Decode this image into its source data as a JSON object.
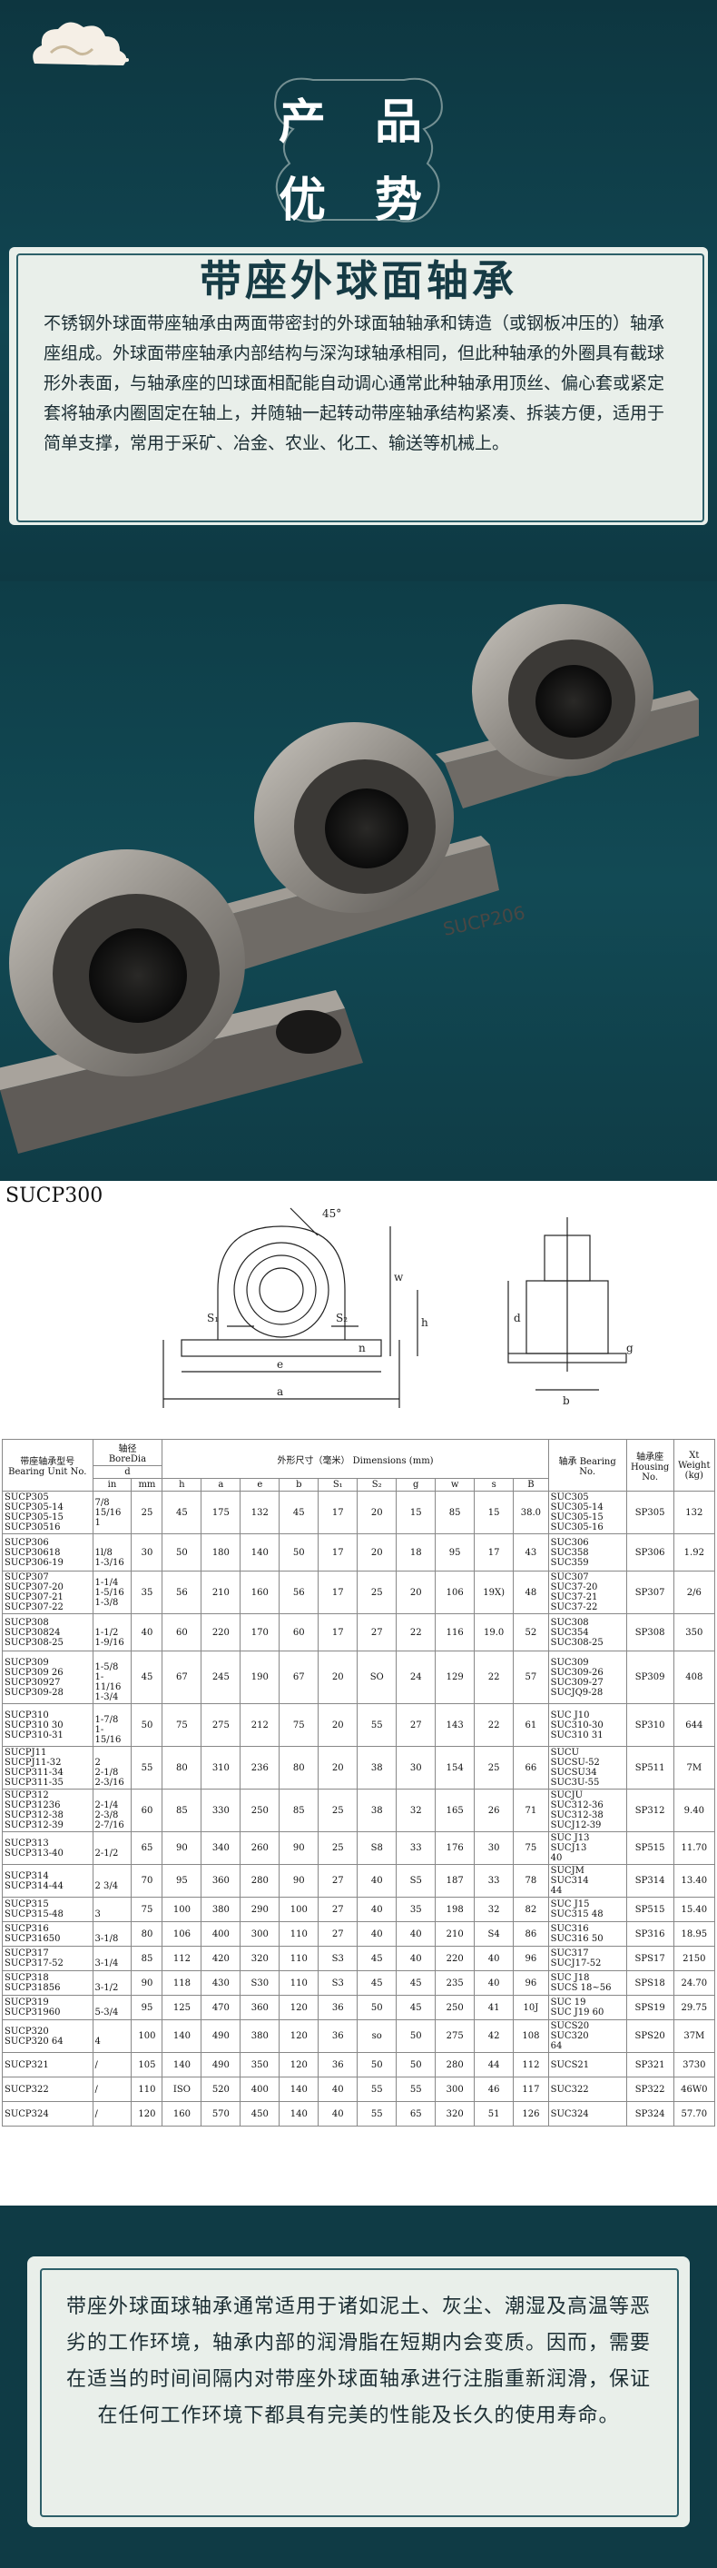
{
  "hero": {
    "title_line1": "产 品",
    "title_line2": "优 势"
  },
  "intro": {
    "title": "带座外球面轴承",
    "text": "不锈钢外球面带座轴承由两面带密封的外球面轴轴承和铸造（或钢板冲压的）轴承座组成。外球面带座轴承内部结构与深沟球轴承相同，但此种轴承的外圈具有截球形外表面，与轴承座的凹球面相配能自动调心通常此种轴承用顶丝、偏心套或紧定套将轴承内圈固定在轴上，并随轴一起转动带座轴承结构紧凑、拆装方便，适用于简单支撑，常用于采矿、冶金、农业、化工、输送等机械上。"
  },
  "photo": {
    "stamp": "SUCP206"
  },
  "drawing": {
    "model": "SUCP300",
    "dims": [
      "45°",
      "S₁",
      "S₂",
      "e",
      "a",
      "h",
      "w",
      "n",
      "d",
      "g",
      "b"
    ]
  },
  "table": {
    "h_unit": "带座轴承型号",
    "h_unit_en": "Bearing Unit No.",
    "h_bore": "轴径",
    "h_bore_en": "BoreDia",
    "h_dims": "外形尺寸（毫米） Dimensions (mm)",
    "h_d": "d",
    "h_in": "in",
    "h_mm": "mm",
    "h_cols": [
      "h",
      "a",
      "e",
      "b",
      "S₁",
      "S₂",
      "g",
      "w",
      "s",
      "B"
    ],
    "h_bearing": "轴承 Bearing No.",
    "h_housing": "轴承座 Housing No.",
    "h_weight": "Xt Weight (kg)",
    "rows": [
      {
        "unit": "SUCP305\nSUCP305-14\nSUCP305-15\nSUCP30516",
        "inch": "7/8\n15/16\n1",
        "mm": "25",
        "h": "45",
        "a": "175",
        "e": "132",
        "b": "45",
        "s1": "17",
        "s2": "20",
        "g": "15",
        "w": "85",
        "s": "15",
        "B": "38.0",
        "bearing": "SUC305\nSUC305-14\nSUC305-15\nSUC305-16",
        "housing": "SP305",
        "weight": "132"
      },
      {
        "unit": "SUCP306\nSUCP30618\nSUCP306-19",
        "inch": "\n1l/8\n1-3/16",
        "mm": "30",
        "h": "50",
        "a": "180",
        "e": "140",
        "b": "50",
        "s1": "17",
        "s2": "20",
        "g": "18",
        "w": "95",
        "s": "17",
        "B": "43",
        "bearing": "SUC306 SUC358\nSUC359",
        "housing": "SP306",
        "weight": "1.92"
      },
      {
        "unit": "SUCP307\nSUCP307-20\nSUCP307-21\nSUCP307-22",
        "inch": "1-1/4\n1-5/16\n1-3/8",
        "mm": "35",
        "h": "56",
        "a": "210",
        "e": "160",
        "b": "56",
        "s1": "17",
        "s2": "25",
        "g": "20",
        "w": "106",
        "s": "19X)",
        "B": "48",
        "bearing": "SUC307\nSUC37-20\nSUC37-21\nSUC37-22",
        "housing": "SP307",
        "weight": "2/6"
      },
      {
        "unit": "SUCP308\nSUCP30824\nSUCP308-25",
        "inch": "\n1-1/2\n1-9/16",
        "mm": "40",
        "h": "60",
        "a": "220",
        "e": "170",
        "b": "60",
        "s1": "17",
        "s2": "27",
        "g": "22",
        "w": "116",
        "s": "19.0",
        "B": "52",
        "bearing": "SUC308\nSUC354\nSUC308-25",
        "housing": "SP308",
        "weight": "350"
      },
      {
        "unit": "SUCP309\nSUCP309 26\nSUCP30927\nSUCP309-28",
        "inch": "\n1-5/8\n1-11/16\n1-3/4",
        "mm": "45",
        "h": "67",
        "a": "245",
        "b": "67",
        "e": "190",
        "s1": "20",
        "s2": "SO",
        "g": "24",
        "w": "129",
        "s": "22",
        "B": "57",
        "bearing": "SUC309\nSUC309-26\nSUC309-27\nSUCJQ9-28",
        "housing": "SP309",
        "weight": "408"
      },
      {
        "unit": "SUCP310\nSUCP310 30\nSUCP310-31",
        "inch": "\n1-7/8\n1-15/16",
        "mm": "50",
        "h": "75",
        "a": "275",
        "e": "212",
        "b": "75",
        "s1": "20",
        "s2": "55",
        "g": "27",
        "w": "143",
        "s": "22",
        "B": "61",
        "bearing": "SUC J10\nSUC310-30\nSUC310 31",
        "housing": "SP310",
        "weight": "644"
      },
      {
        "unit": "SUCPJ11\nSUCPJ11-32\nSUCP311-34\nSUCP311-35",
        "inch": "\n2\n2-1/8\n2-3/16",
        "mm": "55",
        "h": "80",
        "a": "310",
        "e": "236",
        "b": "80",
        "s1": "20",
        "s2": "38",
        "g": "30",
        "w": "154",
        "s": "25",
        "B": "66",
        "bearing": "SUCU\nSUCSU-52\nSUCSU34\nSUC3U-55",
        "housing": "SP511",
        "weight": "7M"
      },
      {
        "unit": "SUCP312\nSUCP31236\nSUCP312-38\nSUCP312-39",
        "inch": "\n2-1/4\n2-3/8\n2-7/16",
        "mm": "60",
        "h": "85",
        "a": "330",
        "e": "250",
        "b": "85",
        "s1": "25",
        "s2": "38",
        "g": "32",
        "w": "165",
        "s": "26",
        "B": "71",
        "bearing": "SUCJU\nSUC312-36\nSUC312-38\nSUCJ12-39",
        "housing": "SP312",
        "weight": "9.40"
      },
      {
        "unit": "SUCP313\nSUCP313-40",
        "inch": "\n2-1/2",
        "mm": "65",
        "h": "90",
        "a": "340",
        "e": "260",
        "b": "90",
        "s1": "25",
        "s2": "S8",
        "g": "33",
        "w": "176",
        "s": "30",
        "B": "75",
        "bearing": "SUC J13 SUCJ13\n40",
        "housing": "SP515",
        "weight": "11.70"
      },
      {
        "unit": "SUCP314\nSUCP314-44",
        "inch": "\n2 3/4",
        "mm": "70",
        "h": "95",
        "a": "360",
        "e": "280",
        "b": "90",
        "s1": "27",
        "s2": "40",
        "g": "S5",
        "w": "187",
        "s": "33",
        "B": "78",
        "bearing": "SUCJM SUC314\n44",
        "housing": "SP314",
        "weight": "13.40"
      },
      {
        "unit": "SUCP315\nSUCP315-48",
        "inch": "\n3",
        "mm": "75",
        "h": "100",
        "a": "380",
        "e": "290",
        "b": "100",
        "s1": "27",
        "s2": "40",
        "g": "35",
        "w": "198",
        "s": "32",
        "B": "82",
        "bearing": "SUC J15\nSUC315 48",
        "housing": "SP515",
        "weight": "15.40"
      },
      {
        "unit": "SUCP316\nSUCP31650",
        "inch": "\n3-1/8",
        "mm": "80",
        "h": "106",
        "a": "400",
        "e": "300",
        "b": "110",
        "s1": "27",
        "s2": "40",
        "g": "40",
        "w": "210",
        "s": "S4",
        "B": "86",
        "bearing": "SUC316\nSUC316 50",
        "housing": "SP316",
        "weight": "18.95"
      },
      {
        "unit": "SUCP317\nSUCP317-52",
        "inch": "\n3-1/4",
        "mm": "85",
        "h": "112",
        "a": "420",
        "e": "320",
        "b": "110",
        "s1": "S3",
        "s2": "45",
        "g": "40",
        "w": "220",
        "s": "40",
        "B": "96",
        "bearing": "SUC317\nSUCJ17-52",
        "housing": "SPS17",
        "weight": "2150"
      },
      {
        "unit": "SUCP318\nSUCP31856",
        "inch": "\n3-1/2",
        "mm": "90",
        "h": "118",
        "a": "430",
        "e": "S30",
        "b": "110",
        "s1": "S3",
        "s2": "45",
        "g": "45",
        "w": "235",
        "s": "40",
        "B": "96",
        "bearing": "SUC J18\nSUCS 18~56",
        "housing": "SPS18",
        "weight": "24.70"
      },
      {
        "unit": "SUCP319\nSUCP31960",
        "inch": "\n5-3/4",
        "mm": "95",
        "h": "125",
        "a": "470",
        "e": "360",
        "b": "120",
        "s1": "36",
        "s2": "50",
        "g": "45",
        "w": "250",
        "s": "41",
        "B": "10J",
        "bearing": "SUC 19\nSUC J19 60",
        "housing": "SPS19",
        "weight": "29.75"
      },
      {
        "unit": "SUCP320\nSUCP320 64",
        "inch": "\n4",
        "mm": "100",
        "h": "140",
        "a": "490",
        "e": "380",
        "b": "120",
        "s1": "36",
        "s2": "so",
        "g": "50",
        "w": "275",
        "s": "42",
        "B": "108",
        "bearing": "SUCS20 SUC320\n64",
        "housing": "SPS20",
        "weight": "37M"
      },
      {
        "unit": "SUCP321",
        "inch": "/",
        "mm": "105",
        "h": "140",
        "a": "490",
        "e": "350",
        "b": "120",
        "s1": "36",
        "s2": "50",
        "g": "50",
        "w": "280",
        "s": "44",
        "B": "112",
        "bearing": "SUCS21",
        "housing": "SP321",
        "weight": "3730"
      },
      {
        "unit": "SUCP322",
        "inch": "/",
        "mm": "110",
        "h": "ISO",
        "a": "520",
        "e": "400",
        "b": "140",
        "s1": "40",
        "s2": "55",
        "g": "55",
        "w": "300",
        "s": "46",
        "B": "117",
        "bearing": "SUC322",
        "housing": "SP322",
        "weight": "46W0"
      },
      {
        "unit": "SUCP324",
        "inch": "/",
        "mm": "120",
        "h": "160",
        "a": "570",
        "e": "450",
        "b": "140",
        "s1": "40",
        "s2": "55",
        "g": "65",
        "w": "320",
        "s": "51",
        "B": "126",
        "bearing": "SUC324",
        "housing": "SP324",
        "weight": "57.70"
      }
    ]
  },
  "footer": {
    "text": "带座外球面球轴承通常适用于诸如泥土、灰尘、潮湿及高温等恶劣的工作环境，轴承内部的润滑脂在短期内会变质。因而，需要在适当的时间间隔内对带座外球面轴承进行注脂重新润滑，保证在任何工作环境下都具有完美的性能及长久的使用寿命。"
  }
}
